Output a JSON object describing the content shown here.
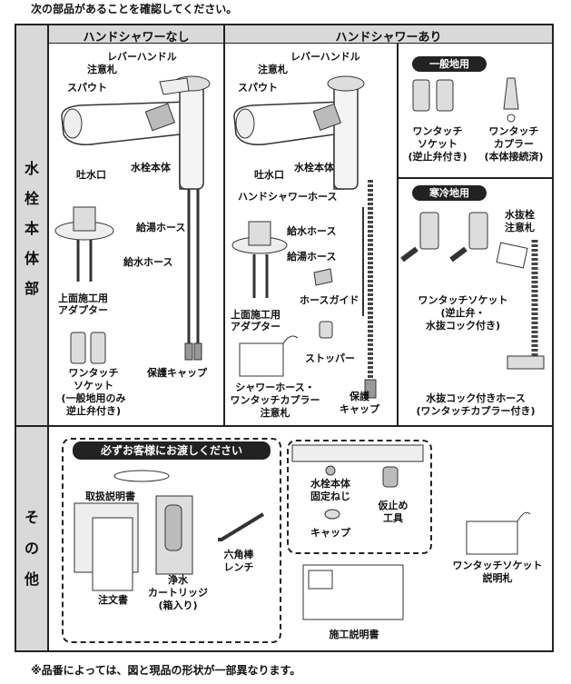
{
  "intro": "次の部品があることを確認してください。",
  "footnote": "※品番によっては、図と現品の形状が一部異なります。",
  "columns": {
    "no_shower": "ハンドシャワーなし",
    "with_shower": "ハンドシャワーあり"
  },
  "rows": {
    "main": [
      "水",
      "栓",
      "本",
      "体",
      "部"
    ],
    "other": [
      "そ",
      "の",
      "他"
    ]
  },
  "no_shower": {
    "lever": "レバーハンドル",
    "caution": "注意札",
    "spout": "スパウト",
    "outlet": "吐水口",
    "body": "水栓本体",
    "hot_hose": "給湯ホース",
    "cold_hose": "給水ホース",
    "adapter": [
      "上面施工用",
      "アダプター"
    ],
    "cap": "保護キャップ",
    "socket": [
      "ワンタッチ",
      "ソケット",
      "(一般地用のみ",
      "逆止弁付き)"
    ]
  },
  "with_shower": {
    "lever": "レバーハンドル",
    "caution": "注意札",
    "spout": "スパウト",
    "outlet": "吐水口",
    "body": "水栓本体",
    "shower_hose": "ハンドシャワーホース",
    "cold_hose": "給水ホース",
    "hot_hose": "給湯ホース",
    "hose_guide": "ホースガイド",
    "adapter": [
      "上面施工用",
      "アダプター"
    ],
    "stopper": "ストッパー",
    "shower_tag": [
      "シャワーホース・",
      "ワンタッチカプラー",
      "注意札"
    ],
    "cap": [
      "保護",
      "キャップ"
    ]
  },
  "general": {
    "badge": "一般地用",
    "socket": [
      "ワンタッチ",
      "ソケット",
      "(逆止弁付き)"
    ],
    "coupler": [
      "ワンタッチ",
      "カプラー",
      "(本体接続済)"
    ]
  },
  "cold": {
    "badge": "寒冷地用",
    "drain_caution": [
      "水抜栓",
      "注意札"
    ],
    "socket": [
      "ワンタッチソケット",
      "(逆止弁・",
      "水抜コック付き)"
    ],
    "drain_hose": [
      "水抜コック付きホース",
      "(ワンタッチカプラー付き)"
    ]
  },
  "other": {
    "handover": "必ずお客様にお渡しください",
    "manual": "取扱説明書",
    "order": "注文書",
    "cartridge": [
      "浄水",
      "カートリッジ",
      "(箱入り)"
    ],
    "wrench": [
      "六角棒",
      "レンチ"
    ],
    "fix_screw": [
      "水栓本体",
      "固定ねじ"
    ],
    "cap": "キャップ",
    "temp_tool": [
      "仮止め",
      "工具"
    ],
    "install_manual": "施工説明書",
    "socket_tag": [
      "ワンタッチソケット",
      "説明札"
    ]
  }
}
